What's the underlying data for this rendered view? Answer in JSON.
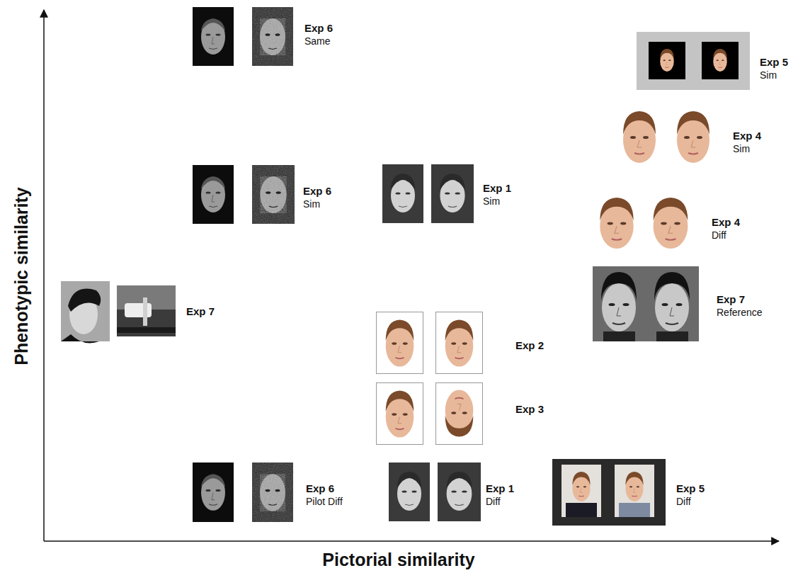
{
  "diagram": {
    "labels": [
      "Exp 6",
      "Same",
      "Exp 5",
      "Sim",
      "Exp 4",
      "Sim",
      "Exp 6",
      "Sim",
      "Exp 1",
      "Sim",
      "Exp 4",
      "Diff",
      "Exp 7",
      "Exp 7",
      "Reference",
      "Exp 2",
      "Exp 3",
      "Exp 6",
      "Pilot Diff",
      "Exp 1",
      "Diff",
      "Exp 5",
      "Diff",
      "Phenotypic similarity",
      "Pictorial similarity"
    ]
  }
}
